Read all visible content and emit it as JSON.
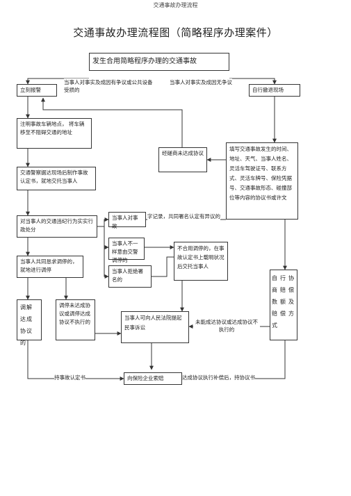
{
  "header": "交通事故办理流程",
  "title": "交通事故办理流程图（简略程序办理案件）",
  "boxes": {
    "top": "发生合用简略程序办理的交通事故",
    "report": "立刻报警",
    "evacuate": "自行撤退现场",
    "mark": "注明事故车辆地点， 将车辆移至不阻碍交通的地址",
    "mediate_ok": "经磋商未达成协议",
    "fill_form": "填写交通事故发生的时间、地址、天气、当事人姓名、灵活车驾驶证号、联系方式、灵活车牌号、保险凭据号、交通事故形态、碰撞部位等内容的协议书或许文",
    "police_make": "交通警察据达现场后制作事故认定书，就地交托当事人",
    "violation": "对当事人的交通违纪行为实实行政处分",
    "sign_a": "当事人对事故",
    "sign_b": "当事人不一样意由交警调停的",
    "sign_c": "当事人拒绝署名的",
    "no_mediate": "不合用调停的，在事故认定书上载明状况后交托当事人",
    "joint": "当事人共同恳求调停的，就地进行调停",
    "mediate_done": "调解达成协议的",
    "mediate_fail": "调停未达成协议或调停达成协议不执行的",
    "court": "当事人可向人民法院提起民事诉讼",
    "self_pay": "自行协商赔偿数额及赔偿方式",
    "insurance": "向保险企业索赔"
  },
  "labels": {
    "left_top": "当事人对事实及成因有争议或公共设备受损的",
    "right_top": "当事人对事实及成因无争议",
    "sign_note": "字记录，共同署名认定有异议的",
    "no_agree": "未能成达协议或达成协议不执行的",
    "hold_cert": "持事故认定书",
    "hold_agree": "达成协议执行补偿后，持协议书"
  }
}
